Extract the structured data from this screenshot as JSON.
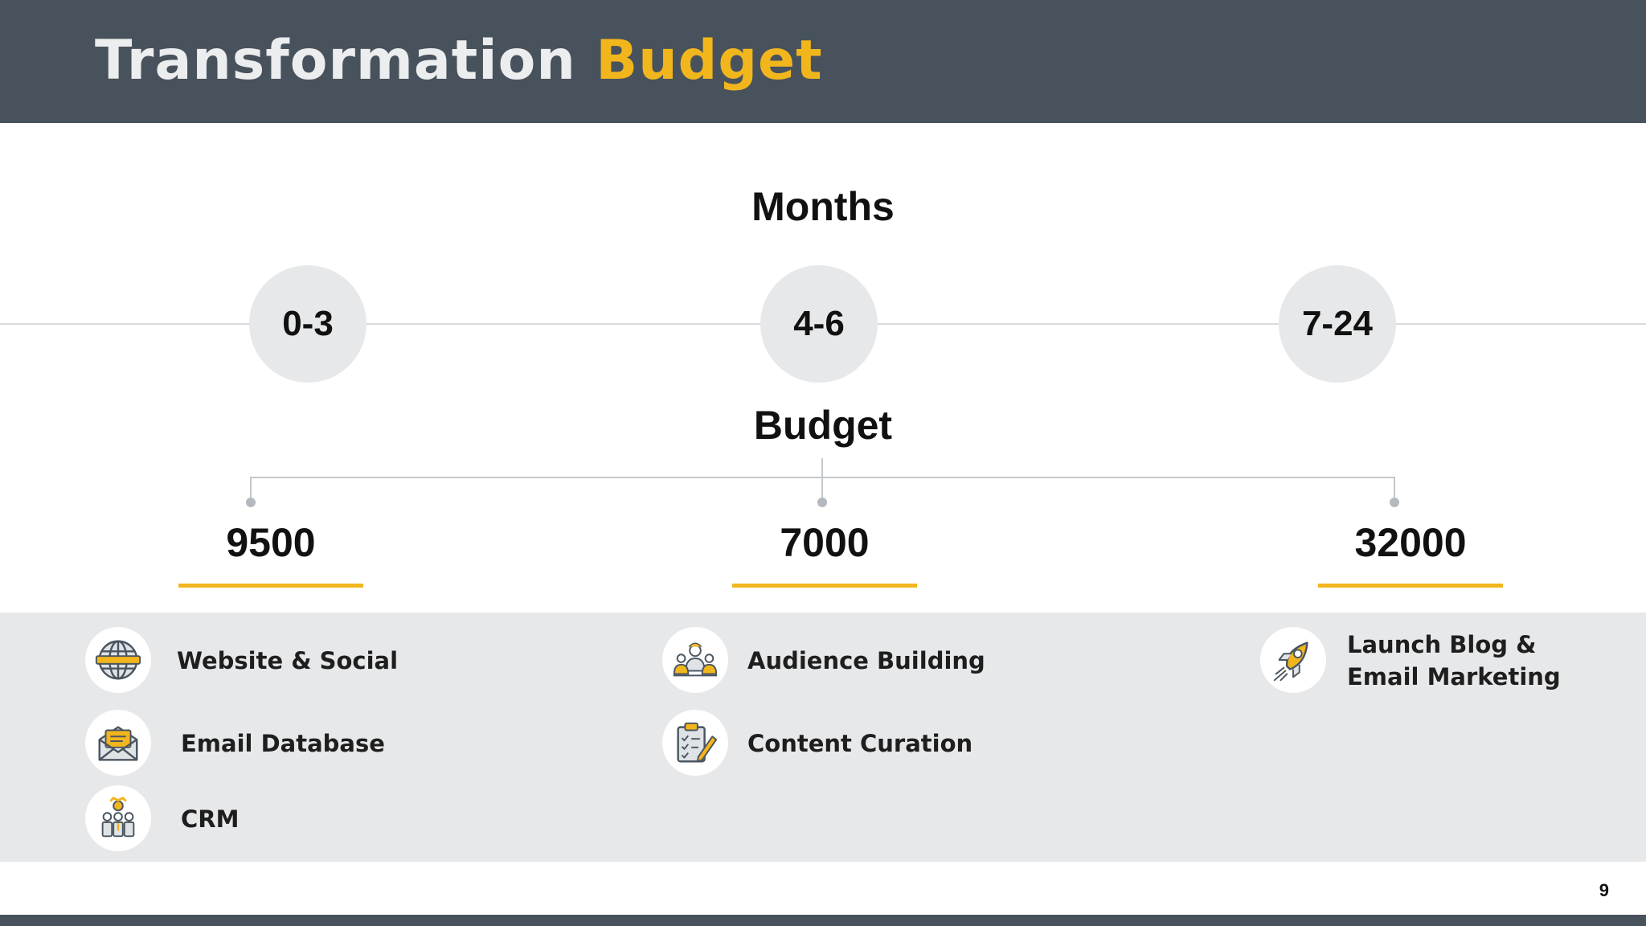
{
  "slide": {
    "title_part1": "Transformation ",
    "title_part2": "Budget",
    "page_number": "9"
  },
  "months": {
    "label": "Months",
    "ranges": [
      "0-3",
      "4-6",
      "7-24"
    ]
  },
  "budget": {
    "label": "Budget",
    "values": [
      "9500",
      "7000",
      "32000"
    ]
  },
  "phases": [
    {
      "items": [
        {
          "icon": "globe-icon",
          "label": "Website & Social"
        },
        {
          "icon": "email-envelope-icon",
          "label": "Email Database"
        },
        {
          "icon": "team-icon",
          "label": "CRM"
        }
      ]
    },
    {
      "items": [
        {
          "icon": "audience-icon",
          "label": "Audience Building"
        },
        {
          "icon": "clipboard-checklist-icon",
          "label": "Content Curation"
        }
      ]
    },
    {
      "items": [
        {
          "icon": "rocket-icon",
          "label_line1": "Launch Blog &",
          "label_line2": "Email Marketing"
        }
      ]
    }
  ],
  "colors": {
    "header_bg": "#48525c",
    "accent": "#f2b61d",
    "circle_bg": "#e6e8ea",
    "band_bg": "#e6e8ea"
  }
}
